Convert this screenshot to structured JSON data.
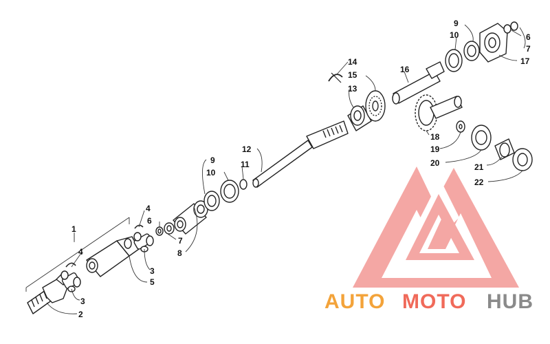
{
  "watermark": {
    "brand_part1": "AUTO",
    "brand_part2": "MOTO",
    "brand_part3": "HUB",
    "colors": {
      "auto": "#f3a33a",
      "moto": "#f06a5a",
      "hub": "#8a8a8a",
      "logo": "#f4a3a0"
    }
  },
  "callouts": [
    {
      "id": "c1",
      "text": "1"
    },
    {
      "id": "c2",
      "text": "2"
    },
    {
      "id": "c3a",
      "text": "3"
    },
    {
      "id": "c3b",
      "text": "3"
    },
    {
      "id": "c4a",
      "text": "4"
    },
    {
      "id": "c4b",
      "text": "4"
    },
    {
      "id": "c5",
      "text": "5"
    },
    {
      "id": "c6a",
      "text": "6"
    },
    {
      "id": "c6b",
      "text": "6"
    },
    {
      "id": "c7a",
      "text": "7"
    },
    {
      "id": "c7b",
      "text": "7"
    },
    {
      "id": "c8",
      "text": "8"
    },
    {
      "id": "c9a",
      "text": "9"
    },
    {
      "id": "c9b",
      "text": "9"
    },
    {
      "id": "c10a",
      "text": "10"
    },
    {
      "id": "c10b",
      "text": "10"
    },
    {
      "id": "c11",
      "text": "11"
    },
    {
      "id": "c12",
      "text": "12"
    },
    {
      "id": "c13",
      "text": "13"
    },
    {
      "id": "c14",
      "text": "14"
    },
    {
      "id": "c15",
      "text": "15"
    },
    {
      "id": "c16",
      "text": "16"
    },
    {
      "id": "c17",
      "text": "17"
    },
    {
      "id": "c18",
      "text": "18"
    },
    {
      "id": "c19",
      "text": "19"
    },
    {
      "id": "c20",
      "text": "20"
    },
    {
      "id": "c21",
      "text": "21"
    },
    {
      "id": "c22",
      "text": "22"
    }
  ]
}
